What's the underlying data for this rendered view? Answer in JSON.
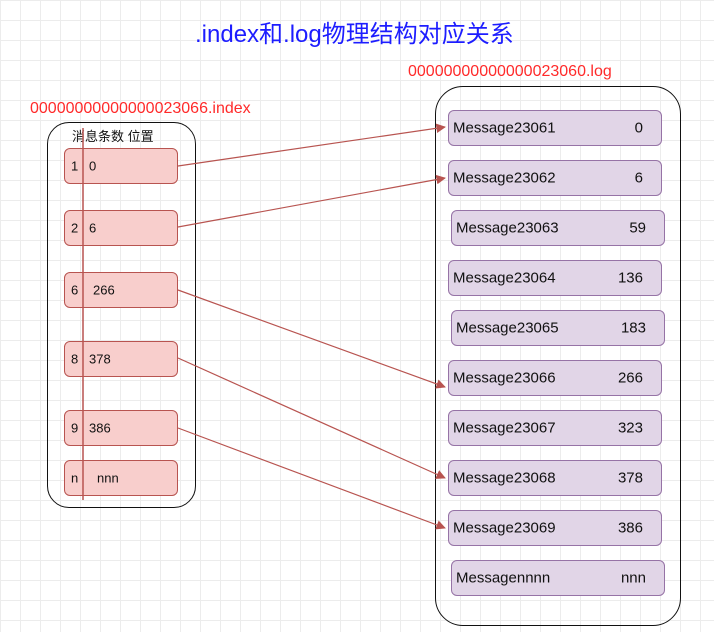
{
  "title": ".index和.log物理结构对应关系",
  "index_file": {
    "label": "00000000000000023066.index",
    "header": "消息条数 位置",
    "entries": [
      {
        "num": "1",
        "pos": "0"
      },
      {
        "num": "2",
        "pos": "6"
      },
      {
        "num": "6",
        "pos": "266"
      },
      {
        "num": "8",
        "pos": "378"
      },
      {
        "num": "9",
        "pos": "386"
      },
      {
        "num": "n",
        "pos": "nnn"
      }
    ]
  },
  "log_file": {
    "label": "00000000000000023060.log",
    "messages": [
      {
        "name": "Message23061",
        "pos": "0"
      },
      {
        "name": "Message23062",
        "pos": "6"
      },
      {
        "name": "Message23063",
        "pos": "59"
      },
      {
        "name": "Message23064",
        "pos": "136"
      },
      {
        "name": "Message23065",
        "pos": "183"
      },
      {
        "name": "Message23066",
        "pos": "266"
      },
      {
        "name": "Message23067",
        "pos": "323"
      },
      {
        "name": "Message23068",
        "pos": "378"
      },
      {
        "name": "Message23069",
        "pos": "386"
      },
      {
        "name": "Messagennnn",
        "pos": "nnn"
      }
    ]
  },
  "mappings": [
    {
      "from": 0,
      "to": 0
    },
    {
      "from": 1,
      "to": 1
    },
    {
      "from": 2,
      "to": 5
    },
    {
      "from": 3,
      "to": 7
    },
    {
      "from": 4,
      "to": 8
    }
  ],
  "colors": {
    "title": "#1d1dff",
    "file_label": "#ff2a2a",
    "index_fill": "#f8cecc",
    "index_stroke": "#b85450",
    "log_fill": "#e1d5e7",
    "log_stroke": "#9673a6",
    "arrow": "#b85450"
  }
}
